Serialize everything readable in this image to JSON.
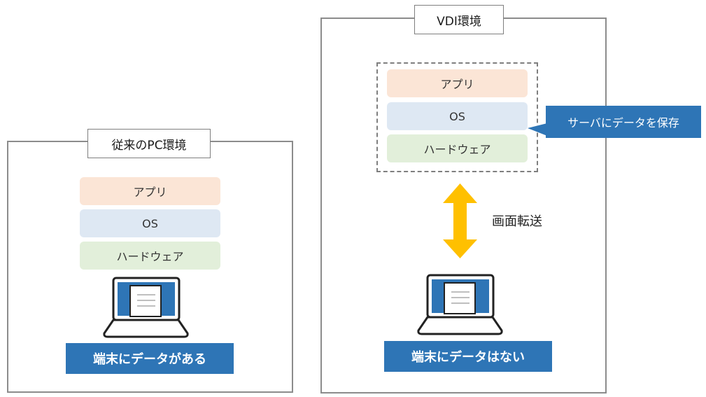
{
  "legacy": {
    "title": "従来のPC環境",
    "layers": {
      "app": "アプリ",
      "os": "OS",
      "hw": "ハードウェア"
    },
    "badge": "端末にデータがある"
  },
  "vdi": {
    "title": "VDI環境",
    "layers": {
      "app": "アプリ",
      "os": "OS",
      "hw": "ハードウェア"
    },
    "callout": "サーバにデータを保存",
    "transfer_label": "画面転送",
    "badge": "端末にデータはない"
  },
  "colors": {
    "badge_blue": "#2e75b6",
    "app_layer": "#fbe5d6",
    "os_layer": "#dee8f3",
    "hw_layer": "#e2efda",
    "arrow": "#ffc000",
    "laptop_screen": "#2e75b6"
  },
  "icons": {
    "laptop": "laptop-icon",
    "document": "document-icon",
    "arrow": "double-arrow-icon"
  }
}
